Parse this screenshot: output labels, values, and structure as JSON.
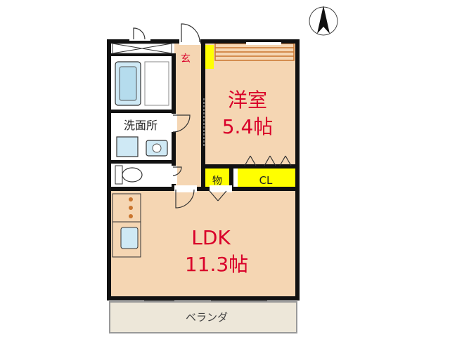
{
  "rooms": {
    "entrance": "玄",
    "western_room": {
      "name": "洋室",
      "size": "5.4帖"
    },
    "washroom": "洗面所",
    "storage": "物",
    "closet": "CL",
    "ldk": {
      "name": "LDK",
      "size": "11.3帖"
    },
    "veranda": "ベランダ"
  },
  "colors": {
    "room_fill": "#f5d6b3",
    "fixture_fill": "#cfe9f5",
    "wall": "#111111",
    "closet_fill": "#ffff00",
    "veranda_fill": "#ede7d9",
    "room_text": "#d9002a",
    "label_text": "#222222"
  },
  "icons": [
    "north-arrow-icon",
    "bathtub-icon",
    "washbasin-icon",
    "washing-machine-icon",
    "toilet-icon",
    "sink-icon",
    "stove-icon",
    "door-swing-icon"
  ]
}
